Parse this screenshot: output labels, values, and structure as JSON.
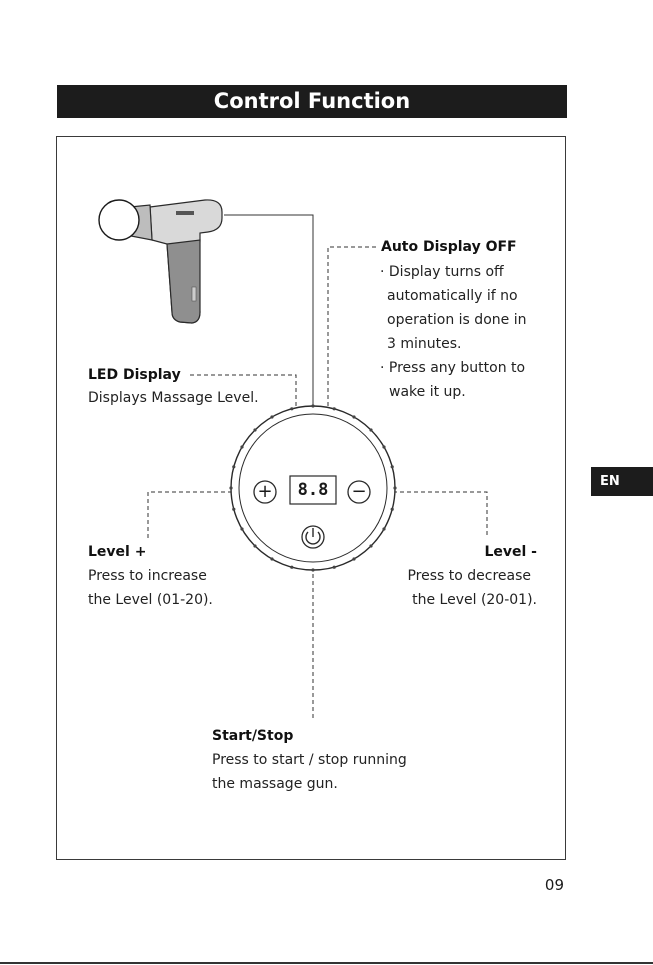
{
  "title": "Control Function",
  "language_tab": "EN",
  "page_number": "09",
  "labels": {
    "led_display": {
      "title": "LED Display",
      "desc": "Displays Massage Level."
    },
    "auto_display_off": {
      "title": "Auto Display OFF",
      "lines": [
        "· Display turns off",
        "automatically if no",
        "operation is done in",
        "3 minutes.",
        "· Press any button to",
        "wake it up."
      ]
    },
    "level_plus": {
      "title": "Level +",
      "lines": [
        "Press to increase",
        "the Level (01-20)."
      ]
    },
    "level_minus": {
      "title": "Level -",
      "lines": [
        "Press to decrease",
        "the Level (20-01)."
      ]
    },
    "start_stop": {
      "title": "Start/Stop",
      "lines": [
        "Press to start / stop running",
        "the massage gun."
      ]
    }
  },
  "panel": {
    "display_value": "8.8",
    "plus_symbol": "+",
    "minus_symbol": "−"
  }
}
